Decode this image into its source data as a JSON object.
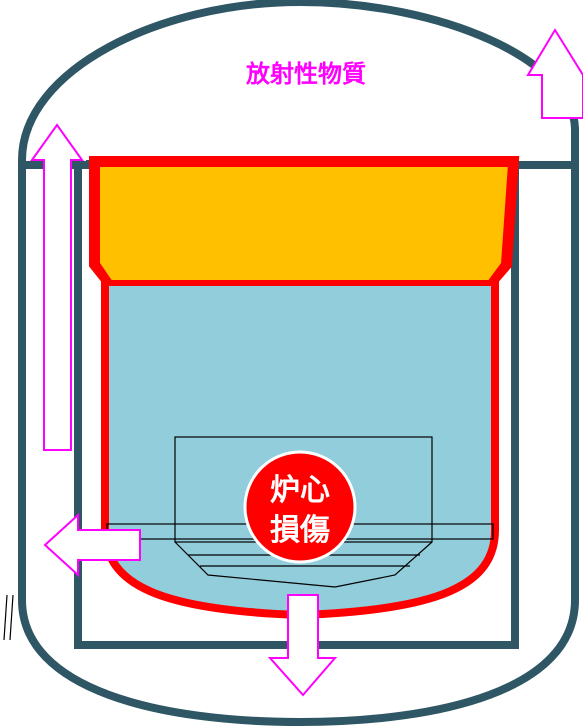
{
  "title": "放射性物質",
  "core_label": {
    "line1": "炉心",
    "line2": "損傷"
  },
  "colors": {
    "containment": "#2E5665",
    "vessel_outline": "#FF0000",
    "upper_fill": "#FFC000",
    "water_fill": "#92CDDC",
    "arrow_fill": "#FFFFFF",
    "arrow_stroke": "#FF00FF",
    "title_text": "#FF00FF",
    "core_circle": "#FF0000",
    "core_text": "#FFFFFF"
  }
}
